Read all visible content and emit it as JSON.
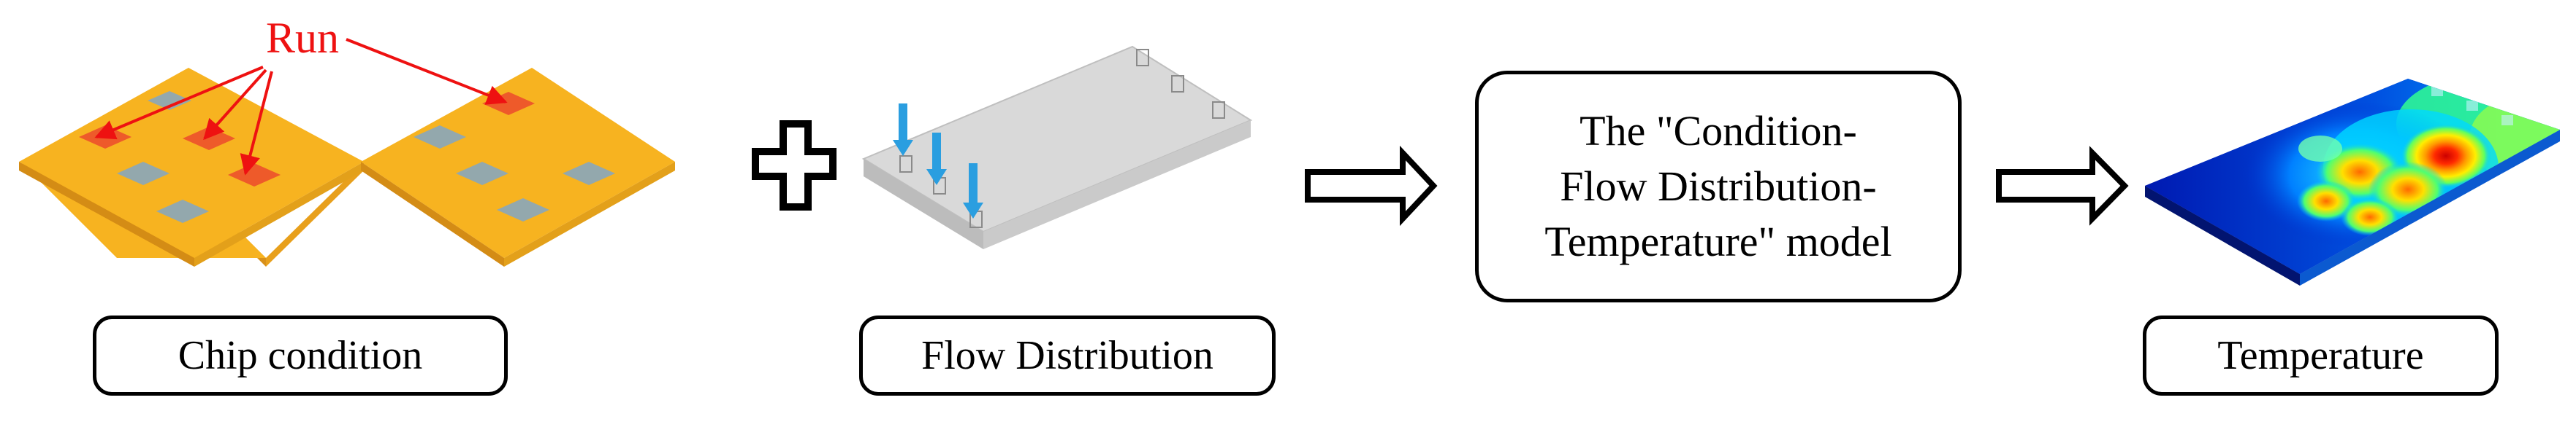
{
  "annotation": {
    "run": "Run"
  },
  "labels": {
    "chip_condition": "Chip condition",
    "flow_distribution": "Flow Distribution",
    "temperature": "Temperature"
  },
  "model": {
    "line1": "The \"Condition-",
    "line2": "Flow Distribution-",
    "line3": "Temperature\" model"
  },
  "colors": {
    "board": "#f7b320",
    "chip_idle": "#93a8ad",
    "chip_running": "#ee5a2a",
    "annotation": "#ee1111",
    "flow_arrow": "#2a9ee0",
    "cold_plate": "#d8d8d8"
  }
}
